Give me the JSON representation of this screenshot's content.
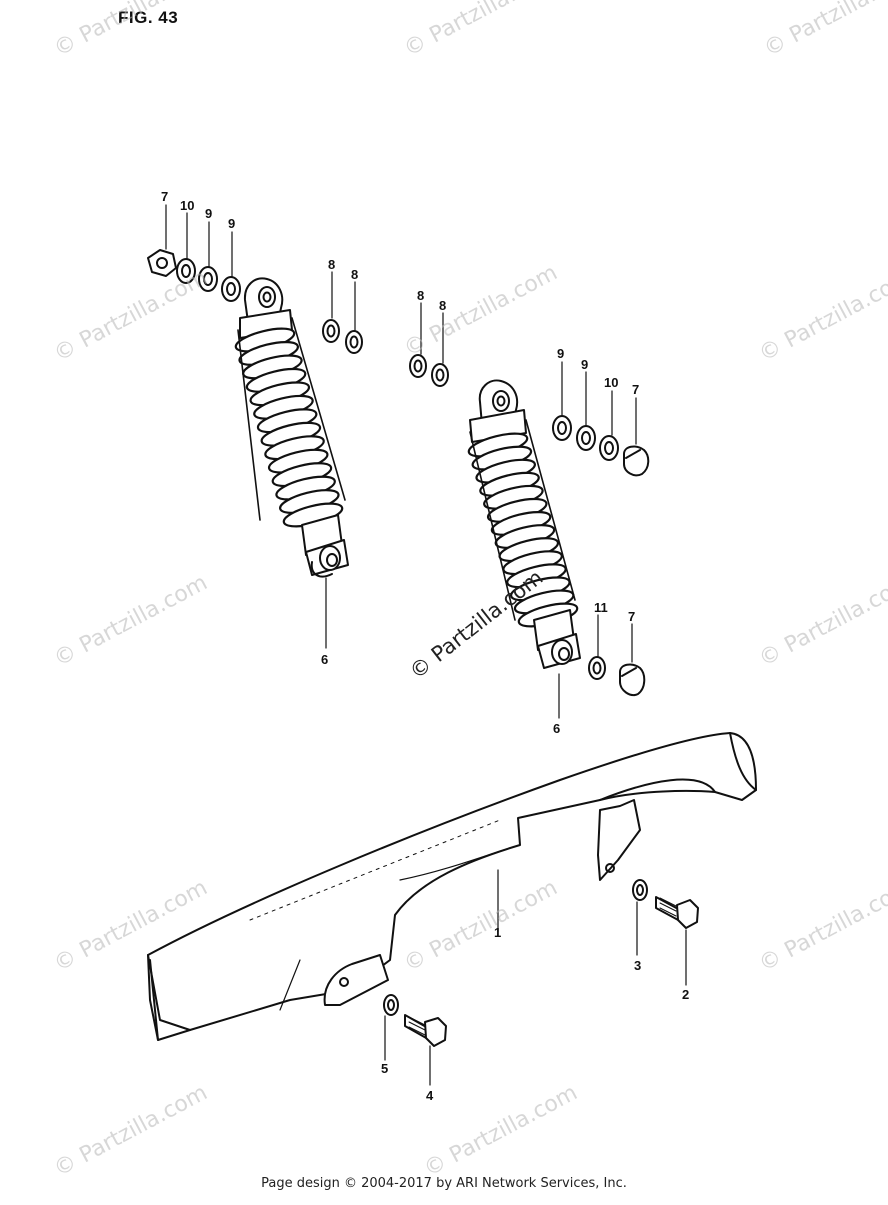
{
  "figure": {
    "title": "FIG. 43",
    "center_watermark": "© Partzilla.com",
    "footer": "Page design © 2004-2017 by ARI Network Services, Inc."
  },
  "watermarks": [
    "© Partzilla.com",
    "© Partzilla.com",
    "© Partzilla.com",
    "© Partzilla.com",
    "© Partzilla.com",
    "© Partzilla.com",
    "© Partzilla.com",
    "© Partzilla.com",
    "© Partzilla.com",
    "© Partzilla.com",
    "© Partzilla.com",
    "© Partzilla.com",
    "© Partzilla.com"
  ],
  "callouts": {
    "left_shock_7": "7",
    "left_shock_10": "10",
    "left_shock_9a": "9",
    "left_shock_9b": "9",
    "left_8a": "8",
    "left_8b": "8",
    "left_shock_6": "6",
    "right_8a": "8",
    "right_8b": "8",
    "right_9a": "9",
    "right_9b": "9",
    "right_10": "10",
    "right_7": "7",
    "right_11": "11",
    "right_7_lower": "7",
    "right_shock_6": "6",
    "guard_1": "1",
    "bolt_2": "2",
    "washer_3": "3",
    "bolt_4": "4",
    "washer_5": "5"
  }
}
